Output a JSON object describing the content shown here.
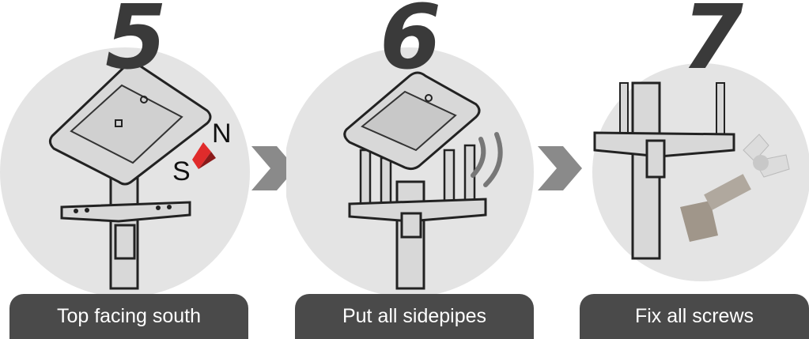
{
  "steps": [
    {
      "number": "5",
      "label": "Top facing south"
    },
    {
      "number": "6",
      "label": "Put all sidepipes"
    },
    {
      "number": "7",
      "label": "Fix all screws"
    }
  ],
  "compass": {
    "north": "N",
    "south": "S"
  },
  "colors": {
    "circle": "#e4e4e4",
    "label_bg": "#4a4a4a",
    "number": "#3a3a3a",
    "arrow": "#8a8a8a",
    "compass_red": "#e02b2b",
    "part": "#d8d8d8"
  }
}
